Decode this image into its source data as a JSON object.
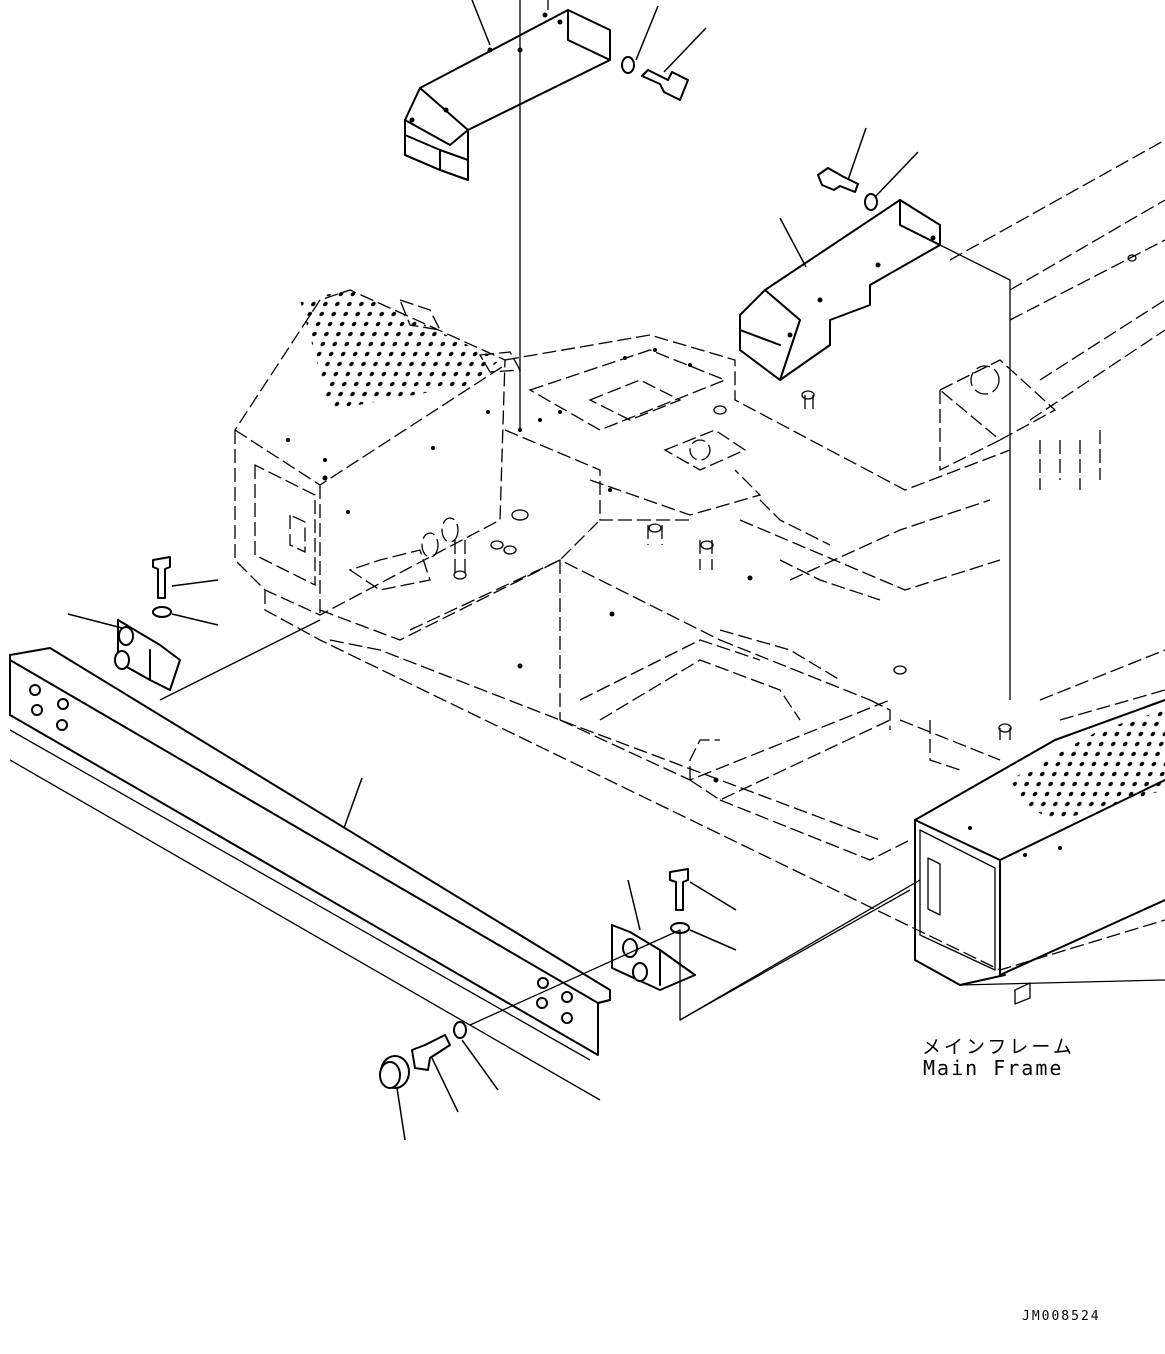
{
  "labels": {
    "main_frame_jp": "メインフレーム",
    "main_frame_en": "Main Frame",
    "drawing_code": "JM008524"
  }
}
